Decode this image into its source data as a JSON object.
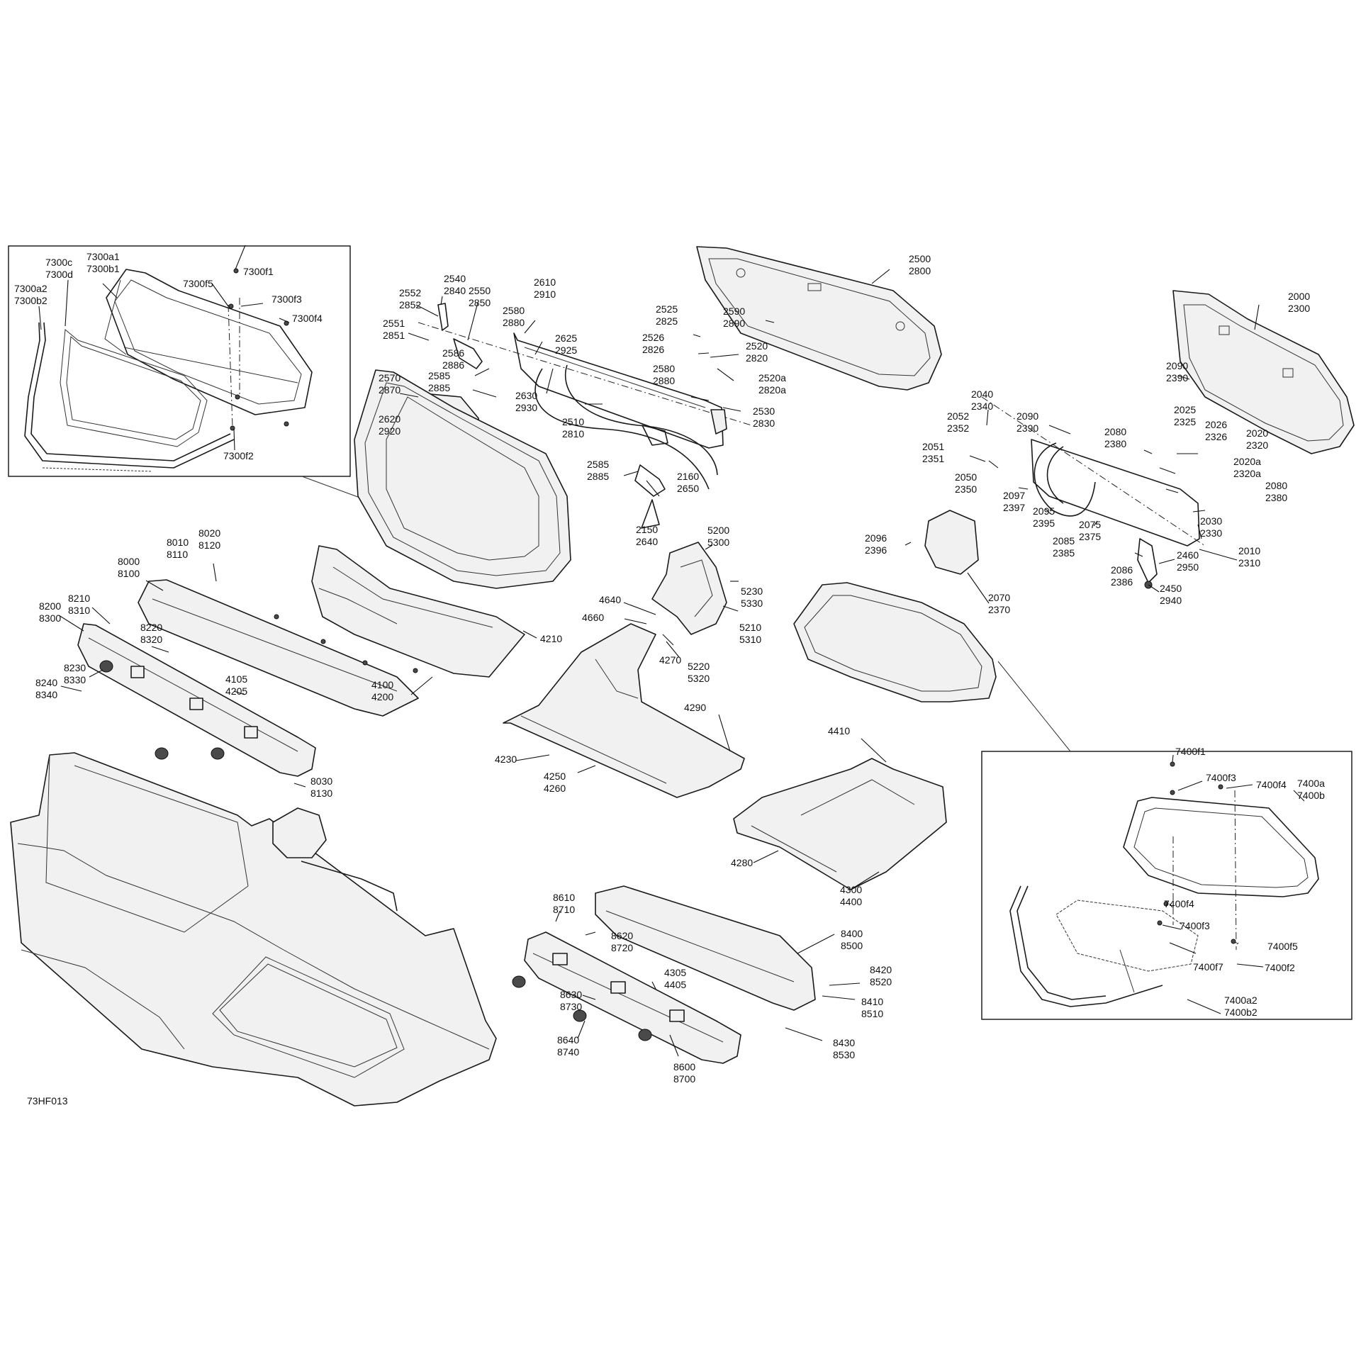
{
  "figure_id": "73HF013",
  "labels": {
    "7300c_7300d": [
      "7300c",
      "7300d"
    ],
    "7300a1_7300b1": [
      "7300a1",
      "7300b1"
    ],
    "7300a2_7300b2": [
      "7300a2",
      "7300b2"
    ],
    "7300f1": "7300f1",
    "7300f5": "7300f5",
    "7300f3": "7300f3",
    "7300f4": "7300f4",
    "7300f2": "7300f2",
    "2540_2840": [
      "2540",
      "2840"
    ],
    "2552_2852": [
      "2552",
      "2852"
    ],
    "2550_2850": [
      "2550",
      "2850"
    ],
    "2551_2851": [
      "2551",
      "2851"
    ],
    "2610_2910": [
      "2610",
      "2910"
    ],
    "2580_2880_a": [
      "2580",
      "2880"
    ],
    "2625_2925": [
      "2625",
      "2925"
    ],
    "2586_2886": [
      "2586",
      "2886"
    ],
    "2585_2885_a": [
      "2585",
      "2885"
    ],
    "2570_2870": [
      "2570",
      "2870"
    ],
    "2630_2930": [
      "2630",
      "2930"
    ],
    "2620_2920": [
      "2620",
      "2920"
    ],
    "2510_2810": [
      "2510",
      "2810"
    ],
    "2525_2825": [
      "2525",
      "2825"
    ],
    "2526_2826": [
      "2526",
      "2826"
    ],
    "2520_2820": [
      "2520",
      "2820"
    ],
    "2520a_2820a": [
      "2520a",
      "2820a"
    ],
    "2580_2880_b": [
      "2580",
      "2880"
    ],
    "2530_2830": [
      "2530",
      "2830"
    ],
    "2590_2890": [
      "2590",
      "2890"
    ],
    "2500_2800": [
      "2500",
      "2800"
    ],
    "2585_2885_b": [
      "2585",
      "2885"
    ],
    "2160_2650": [
      "2160",
      "2650"
    ],
    "2150_2640": [
      "2150",
      "2640"
    ],
    "2000_2300": [
      "2000",
      "2300"
    ],
    "2090_2390_a": [
      "2090",
      "2390"
    ],
    "2040_2340": [
      "2040",
      "2340"
    ],
    "2052_2352": [
      "2052",
      "2352"
    ],
    "2090_2390_b": [
      "2090",
      "2390"
    ],
    "2080_2380_a": [
      "2080",
      "2380"
    ],
    "2025_2325": [
      "2025",
      "2325"
    ],
    "2026_2326": [
      "2026",
      "2326"
    ],
    "2020_2320": [
      "2020",
      "2320"
    ],
    "2051_2351": [
      "2051",
      "2351"
    ],
    "2020a_2320a": [
      "2020a",
      "2320a"
    ],
    "2050_2350": [
      "2050",
      "2350"
    ],
    "2097_2397": [
      "2097",
      "2397"
    ],
    "2080_2380_b": [
      "2080",
      "2380"
    ],
    "2095_2395": [
      "2095",
      "2395"
    ],
    "2030_2330": [
      "2030",
      "2330"
    ],
    "2075_2375": [
      "2075",
      "2375"
    ],
    "2085_2385": [
      "2085",
      "2385"
    ],
    "2010_2310": [
      "2010",
      "2310"
    ],
    "2096_2396": [
      "2096",
      "2396"
    ],
    "2460_2950": [
      "2460",
      "2950"
    ],
    "2086_2386": [
      "2086",
      "2386"
    ],
    "2450_2940": [
      "2450",
      "2940"
    ],
    "2070_2370": [
      "2070",
      "2370"
    ],
    "5200_5300": [
      "5200",
      "5300"
    ],
    "5230_5330": [
      "5230",
      "5330"
    ],
    "5210_5310": [
      "5210",
      "5310"
    ],
    "5220_5320": [
      "5220",
      "5320"
    ],
    "4640": "4640",
    "4660": "4660",
    "4270": "4270",
    "4210": "4210",
    "4100_4200": [
      "4100",
      "4200"
    ],
    "8010_8110": [
      "8010",
      "8110"
    ],
    "8020_8120": [
      "8020",
      "8120"
    ],
    "8000_8100": [
      "8000",
      "8100"
    ],
    "8210_8310": [
      "8210",
      "8310"
    ],
    "8200_8300": [
      "8200",
      "8300"
    ],
    "8220_8320": [
      "8220",
      "8320"
    ],
    "4105_4205": [
      "4105",
      "4205"
    ],
    "8230_8330": [
      "8230",
      "8330"
    ],
    "8240_8340": [
      "8240",
      "8340"
    ],
    "8030_8130": [
      "8030",
      "8130"
    ],
    "4290": "4290",
    "4230": "4230",
    "4250_4260": [
      "4250",
      "4260"
    ],
    "4410": "4410",
    "4280": "4280",
    "4300_4400": [
      "4300",
      "4400"
    ],
    "8610_8710": [
      "8610",
      "8710"
    ],
    "8620_8720": [
      "8620",
      "8720"
    ],
    "4305_4405": [
      "4305",
      "4405"
    ],
    "8630_8730": [
      "8630",
      "8730"
    ],
    "8640_8740": [
      "8640",
      "8740"
    ],
    "8600_8700": [
      "8600",
      "8700"
    ],
    "8400_8500": [
      "8400",
      "8500"
    ],
    "8420_8520": [
      "8420",
      "8520"
    ],
    "8410_8510": [
      "8410",
      "8510"
    ],
    "8430_8530": [
      "8430",
      "8530"
    ],
    "7400f1": "7400f1",
    "7400f3_a": "7400f3",
    "7400f4_a": "7400f4",
    "7400a_7400b": [
      "7400a",
      "7400b"
    ],
    "7400f4_b": "7400f4",
    "7400f3_b": "7400f3",
    "7400f5": "7400f5",
    "7400f7": "7400f7",
    "7400f2": "7400f2",
    "7400a2_7400b2": [
      "7400a2",
      "7400b2"
    ]
  }
}
